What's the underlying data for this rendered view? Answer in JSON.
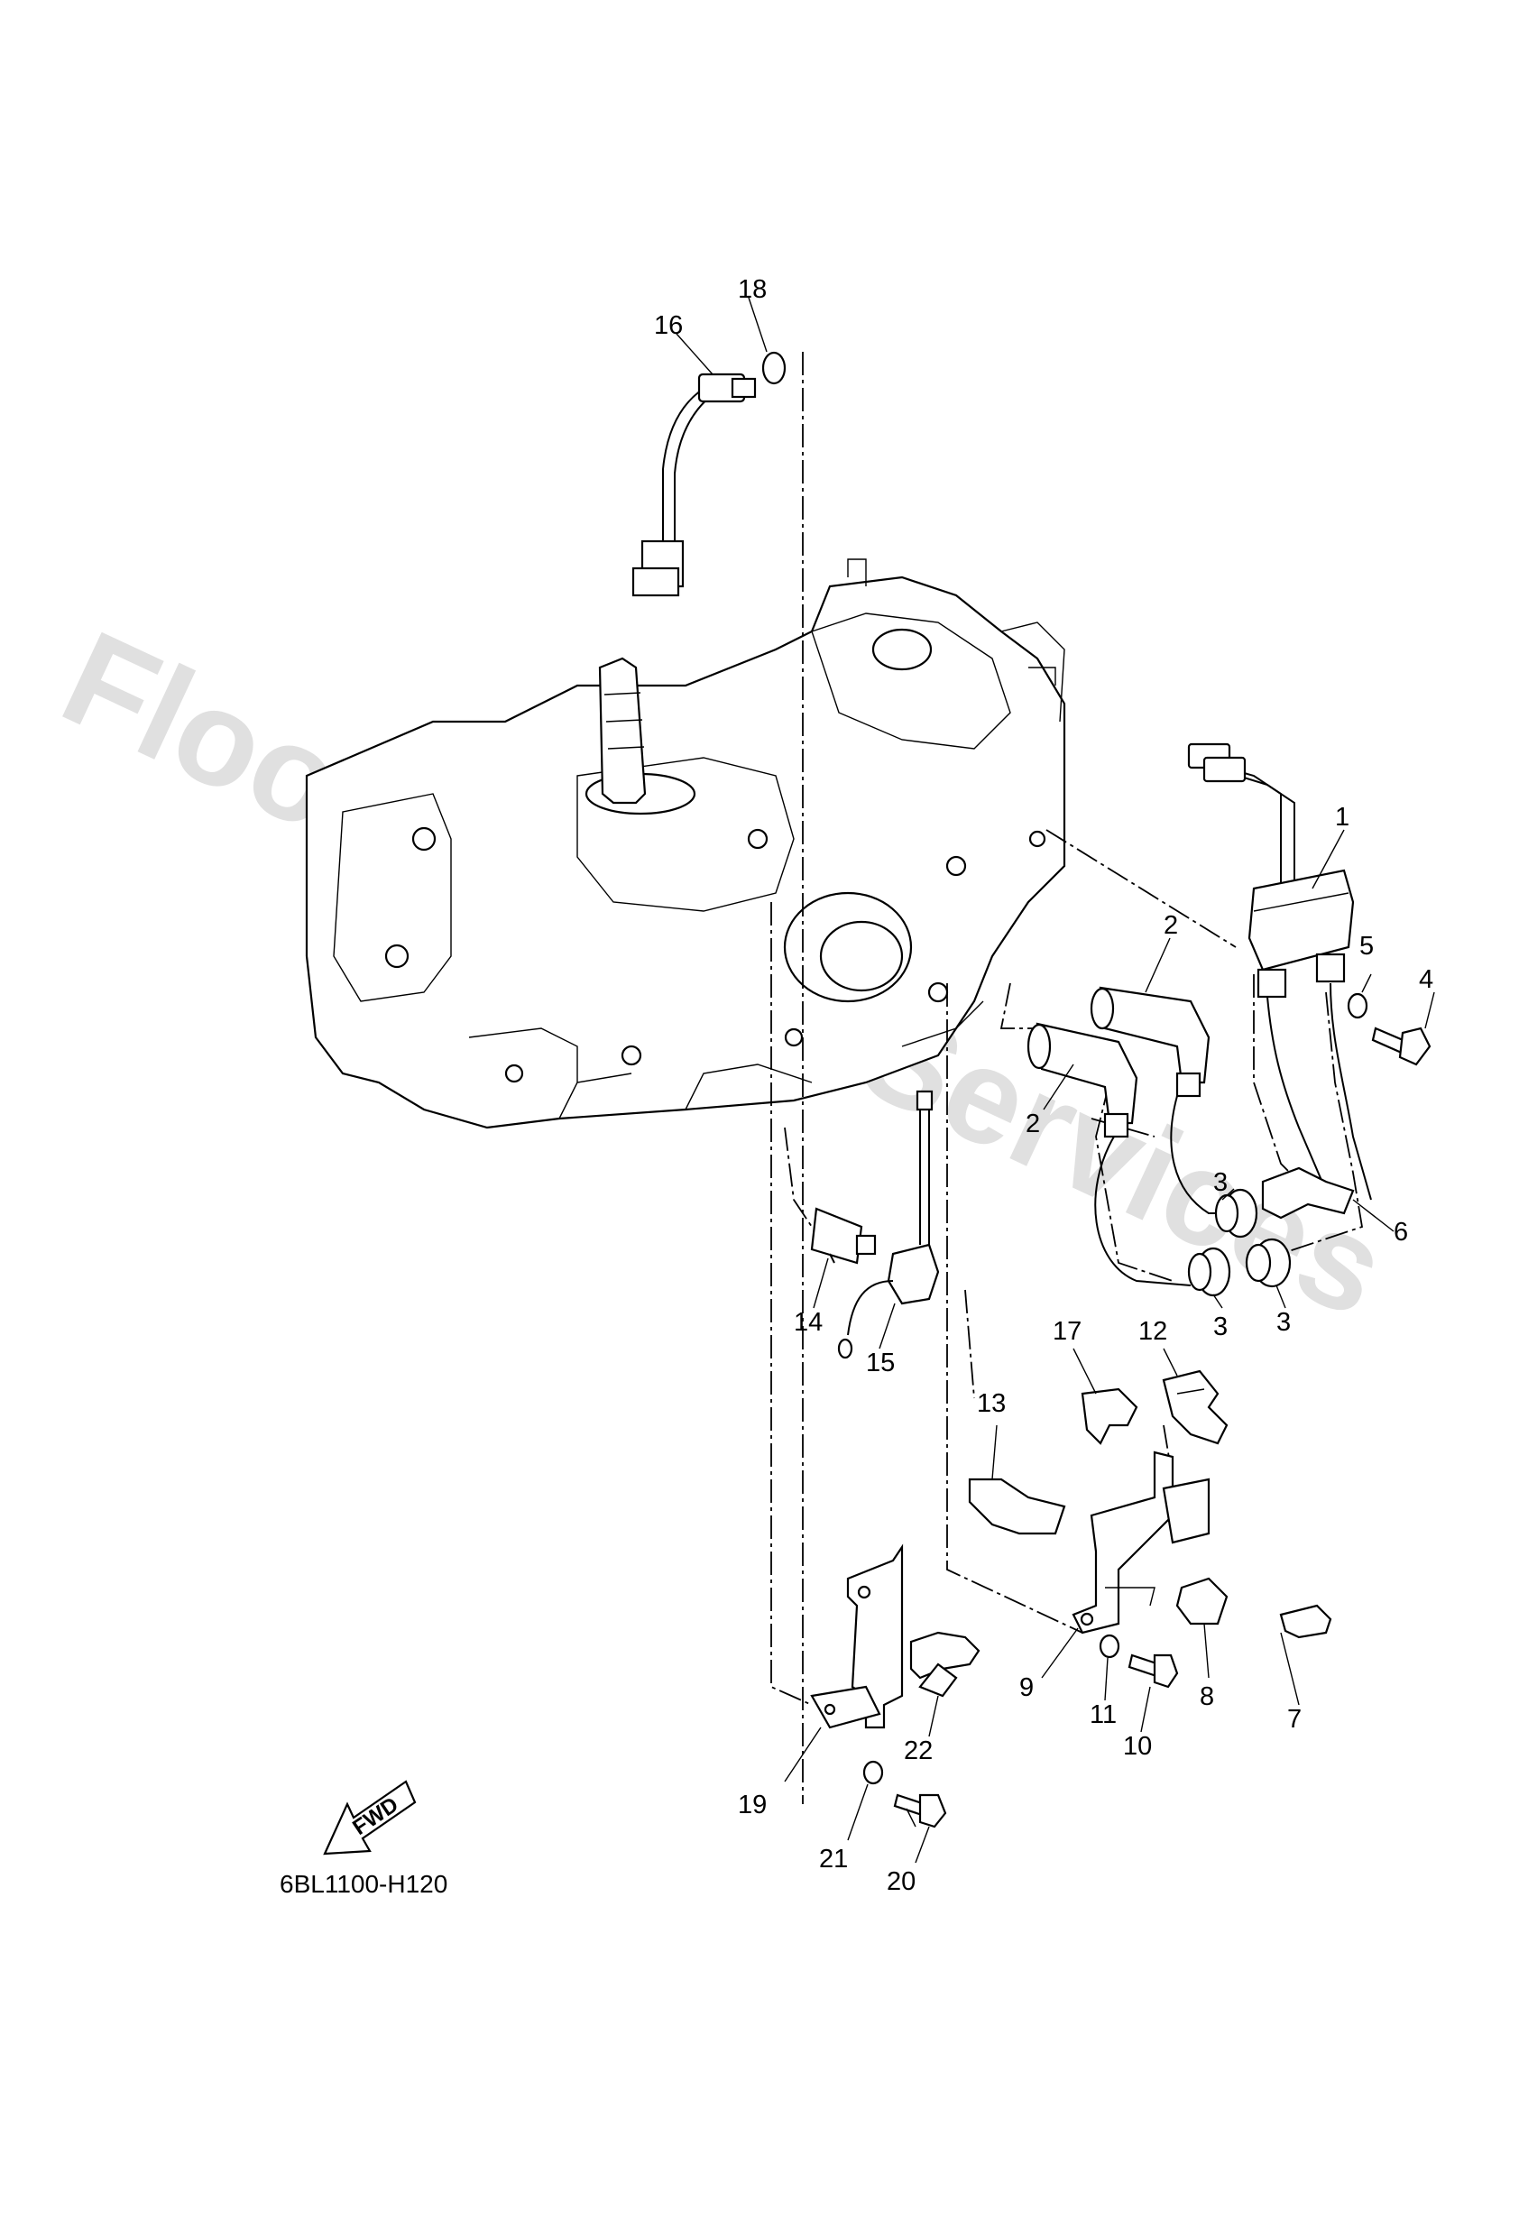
{
  "watermark": "Flood Marine Services",
  "diagram_code": "6BL1100-H120",
  "fwd_label": "FWD",
  "callouts": {
    "c1": "1",
    "c2a": "2",
    "c2b": "2",
    "c3a": "3",
    "c3b": "3",
    "c3c": "3",
    "c4": "4",
    "c5": "5",
    "c6": "6",
    "c7": "7",
    "c8": "8",
    "c9": "9",
    "c10": "10",
    "c11": "11",
    "c12": "12",
    "c13": "13",
    "c14": "14",
    "c15": "15",
    "c16": "16",
    "c17": "17",
    "c18": "18",
    "c19": "19",
    "c20": "20",
    "c21": "21",
    "c22": "22"
  }
}
